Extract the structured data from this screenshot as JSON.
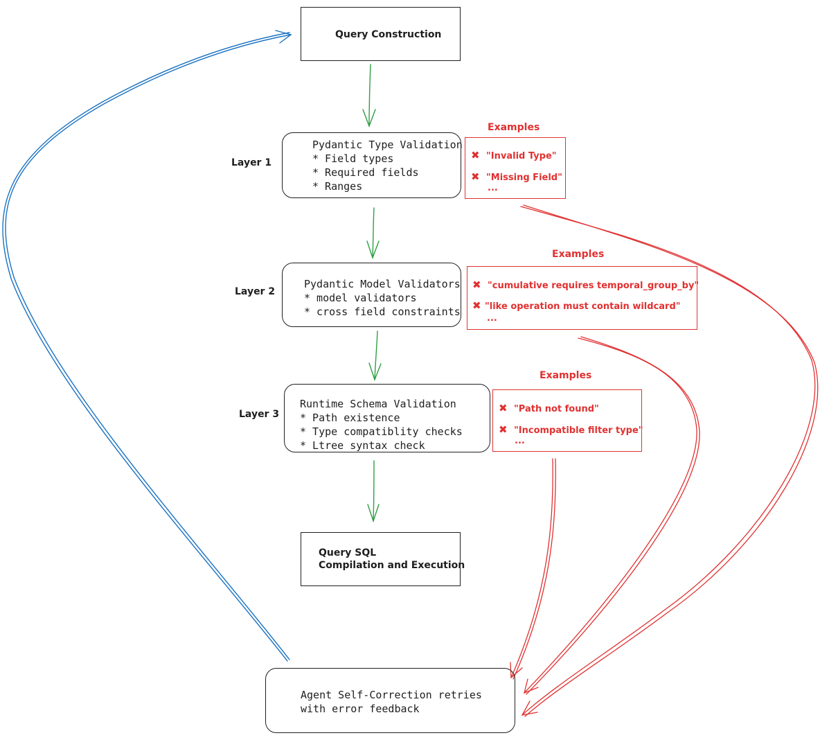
{
  "query_construction": "Query Construction",
  "layers": [
    {
      "label": "Layer 1",
      "title": "Pydantic Type Validation",
      "bullets": [
        "* Field types",
        "* Required fields",
        "* Ranges"
      ],
      "examples_title": "Examples",
      "examples": [
        "\"Invalid Type\"",
        "\"Missing Field\""
      ],
      "ellipsis": "..."
    },
    {
      "label": "Layer 2",
      "title": "Pydantic Model Validators",
      "bullets": [
        "* model validators",
        "* cross field constraints"
      ],
      "examples_title": "Examples",
      "examples": [
        "\"cumulative requires temporal_group_by\"",
        "\"like operation must contain wildcard\""
      ],
      "ellipsis": "..."
    },
    {
      "label": "Layer 3",
      "title": "Runtime Schema Validation",
      "bullets": [
        "* Path existence",
        "* Type compatiblity checks",
        "* Ltree syntax check"
      ],
      "examples_title": "Examples",
      "examples": [
        "\"Path not found\"",
        "\"Incompatible filter type\""
      ],
      "ellipsis": "..."
    }
  ],
  "query_sql": {
    "line1": "Query SQL",
    "line2": "Compilation and Execution"
  },
  "agent": {
    "line1": "Agent Self-Correction retries",
    "line2": "with error feedback"
  },
  "colors": {
    "ink": "#1e1e1e",
    "success_arrow": "#2f9e44",
    "error": "#e03131",
    "retry_arrow": "#1971c2"
  }
}
